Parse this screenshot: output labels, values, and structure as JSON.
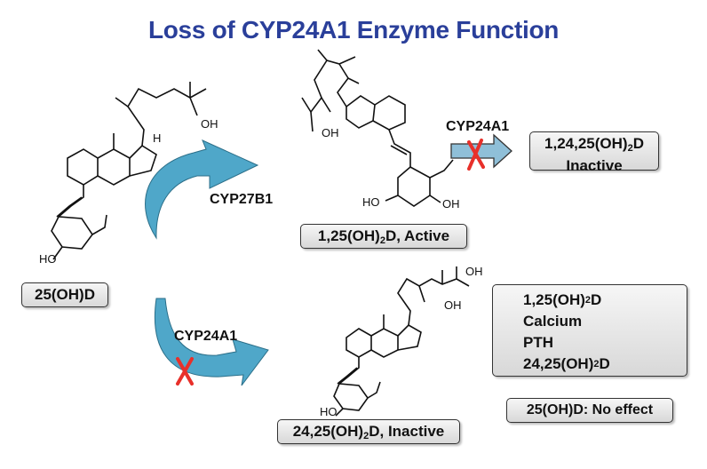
{
  "title": "Loss of CYP24A1 Enzyme Function",
  "colors": {
    "title": "#2A3F9A",
    "arrow": "#4FA7C9",
    "cross": "#E8302A",
    "up_purple": "#8C73B0",
    "up_green": "#2E9A44",
    "down_red": "#E02A2A"
  },
  "compounds": {
    "start": "25(OH)D",
    "active": {
      "pre": "1,25(OH)",
      "sub": "2",
      "post": "D, Active"
    },
    "inactive_1_24_25": {
      "pre": "1,24,25(OH)",
      "sub": "2",
      "post": "D",
      "line2": "Inactive"
    },
    "inactive_24_25": {
      "pre": "24,25(OH)",
      "sub": "2",
      "post": "D, Inactive"
    }
  },
  "enzymes": {
    "cyp27b1": "CYP27B1",
    "cyp24a1_top": "CYP24A1",
    "cyp24a1_bottom": "CYP24A1"
  },
  "structure_labels": {
    "oh": "OH",
    "ho": "HO",
    "h": "H"
  },
  "effects": [
    {
      "pre": "1,25(OH)",
      "sub": "2",
      "post": "D",
      "direction": "up",
      "icon": "triangle-up-icon",
      "color": "#8C73B0"
    },
    {
      "pre": "Calcium",
      "sub": "",
      "post": "",
      "direction": "up",
      "icon": "triangle-up-icon",
      "color": "#2E9A44"
    },
    {
      "pre": "PTH",
      "sub": "",
      "post": "",
      "direction": "down",
      "icon": "triangle-down-icon",
      "color": "#E02A2A"
    },
    {
      "pre": "24,25(OH)",
      "sub": "2",
      "post": "D",
      "direction": "down",
      "icon": "triangle-down-icon",
      "color": "#E02A2A"
    }
  ],
  "no_effect": "25(OH)D: No effect"
}
